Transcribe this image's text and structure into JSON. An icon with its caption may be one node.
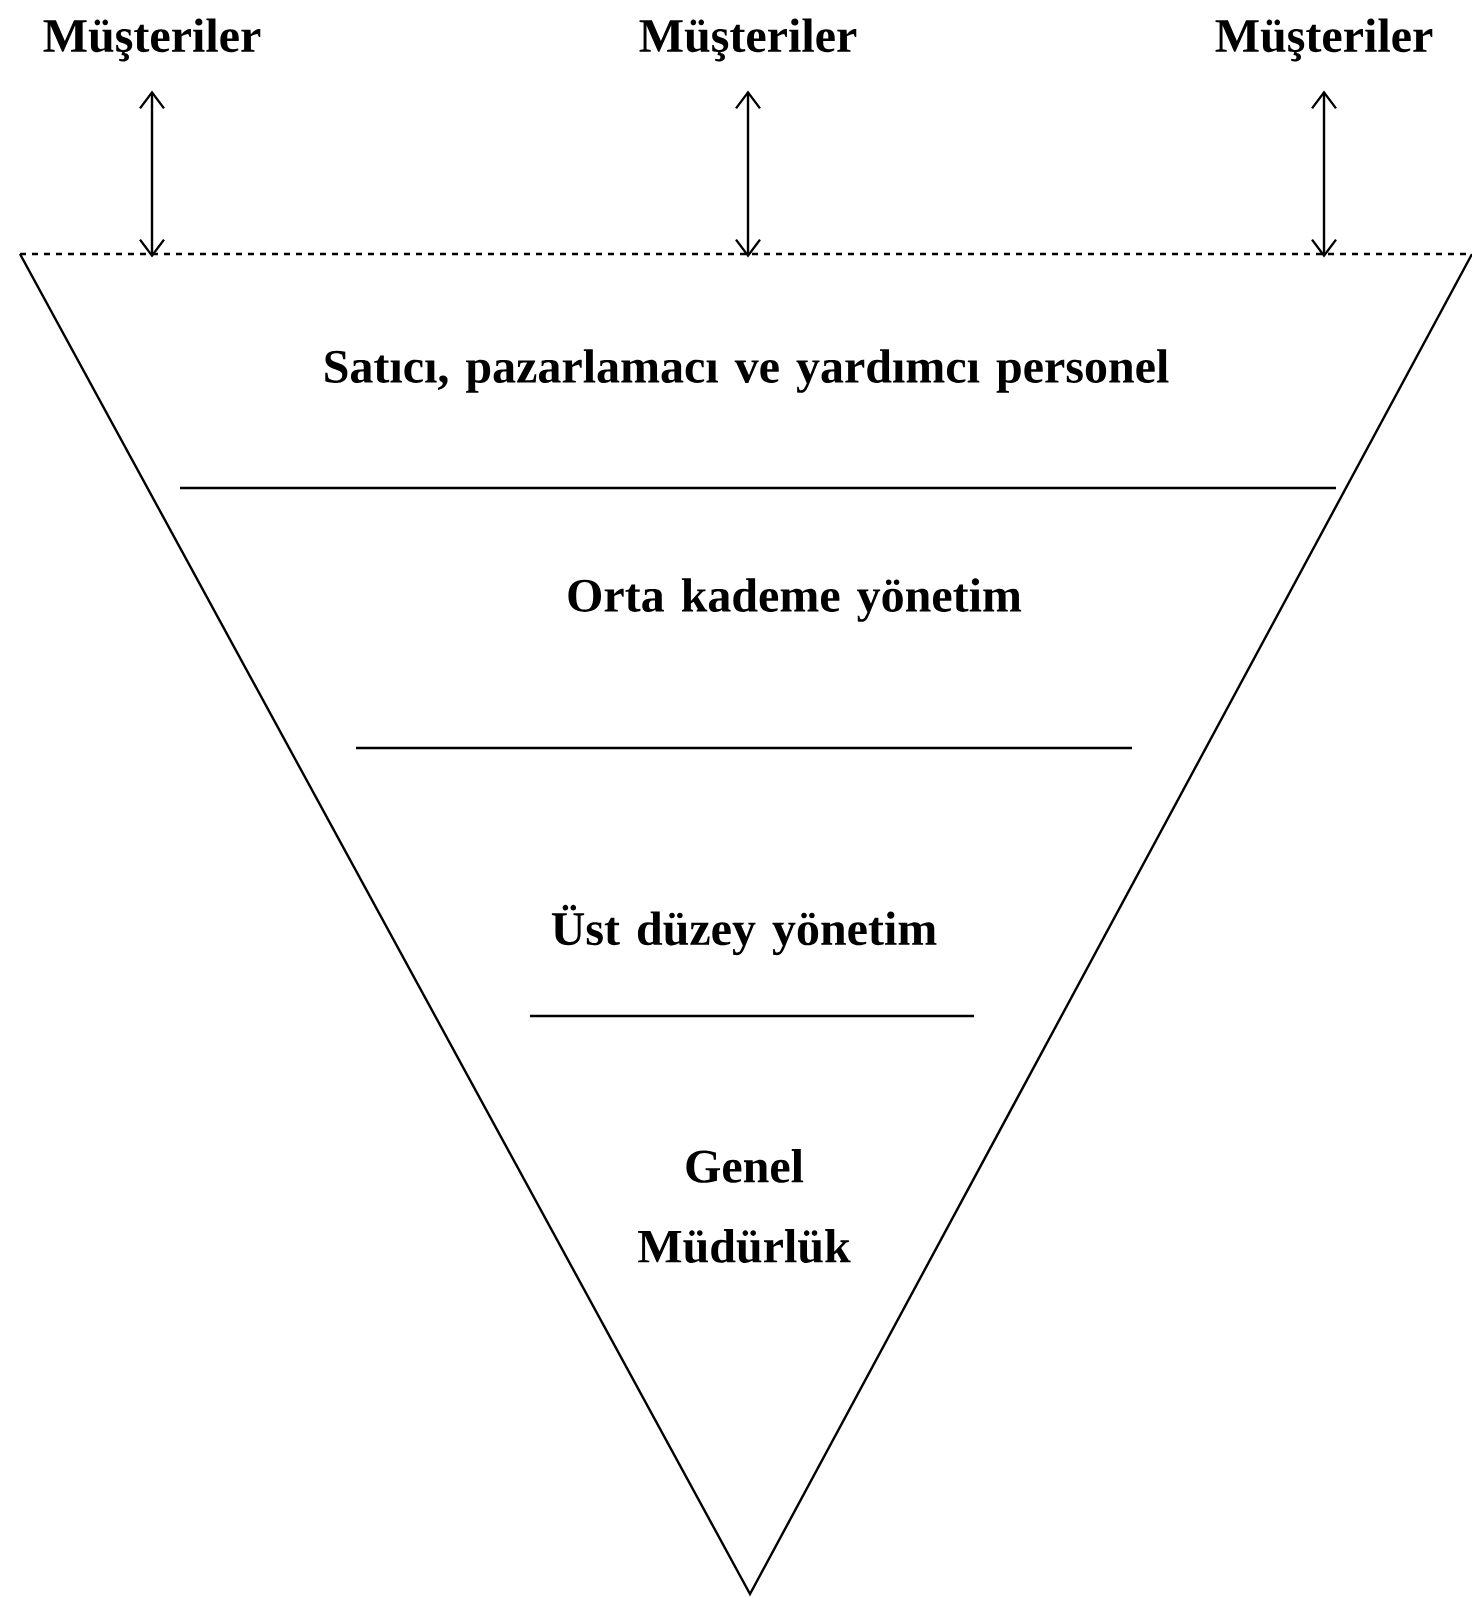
{
  "diagram": {
    "nodes": [
      {
        "text": [
          "Müşteriler"
        ]
      },
      {
        "text": [
          "Müşteriler"
        ]
      },
      {
        "text": [
          "Müşteriler"
        ]
      },
      {
        "text": [
          "Satıcı, pazarlamacı ve yardımcı personel"
        ]
      },
      {
        "text": [
          "Orta kademe yönetim"
        ]
      },
      {
        "text": [
          "Üst düzey yönetim"
        ]
      },
      {
        "text": [
          "Genel Müdürlük"
        ]
      }
    ],
    "edges": [
      {
        "from": 0,
        "to": 3,
        "arrow": "both"
      },
      {
        "from": 1,
        "to": 3,
        "arrow": "both"
      },
      {
        "from": 2,
        "to": 3,
        "arrow": "both"
      }
    ]
  }
}
